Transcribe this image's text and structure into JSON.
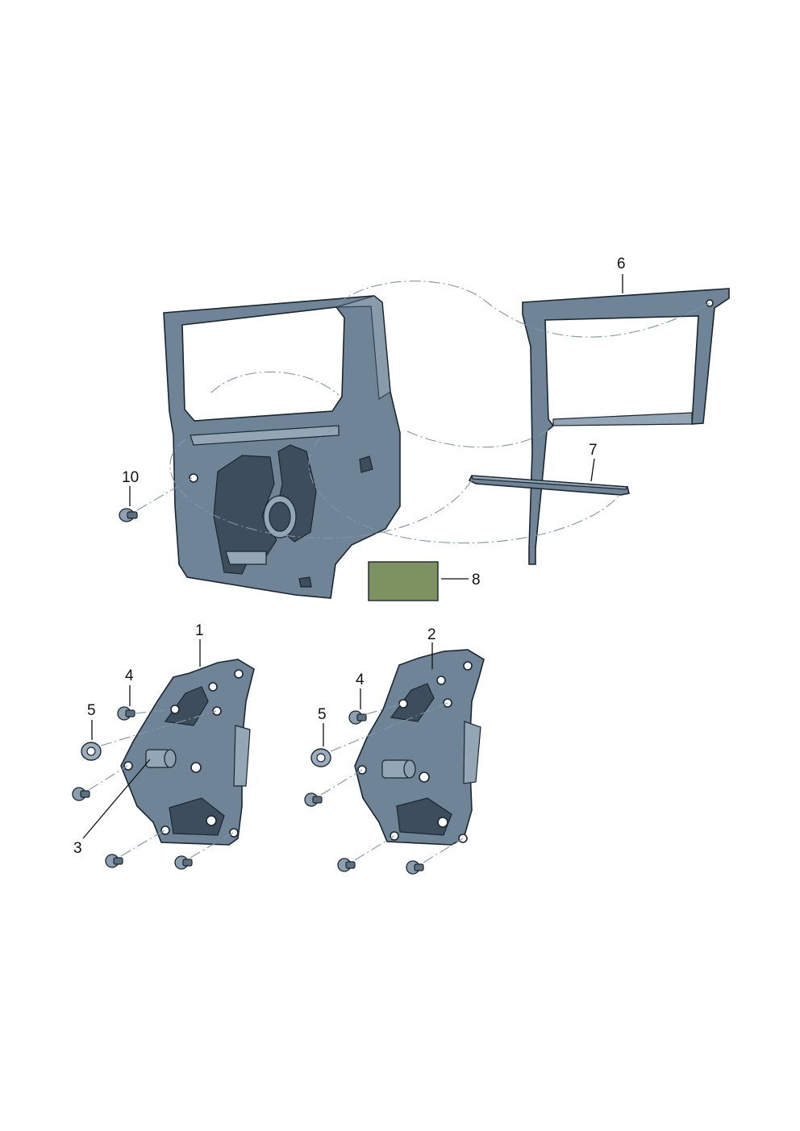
{
  "labels": {
    "door": "10",
    "frame": "6",
    "strip": "7",
    "pad": "8",
    "regulator_left": "1",
    "regulator_right": "2",
    "screw_left": "4",
    "screw_right": "4",
    "washer_left": "5",
    "washer_right": "5",
    "bushing": "3"
  },
  "colors": {
    "part_fill": "#6f8496",
    "part_light": "#93a6b5",
    "part_dark": "#3d4d5b",
    "outline": "#1b2630",
    "dash_line": "#7f95a8"
  }
}
